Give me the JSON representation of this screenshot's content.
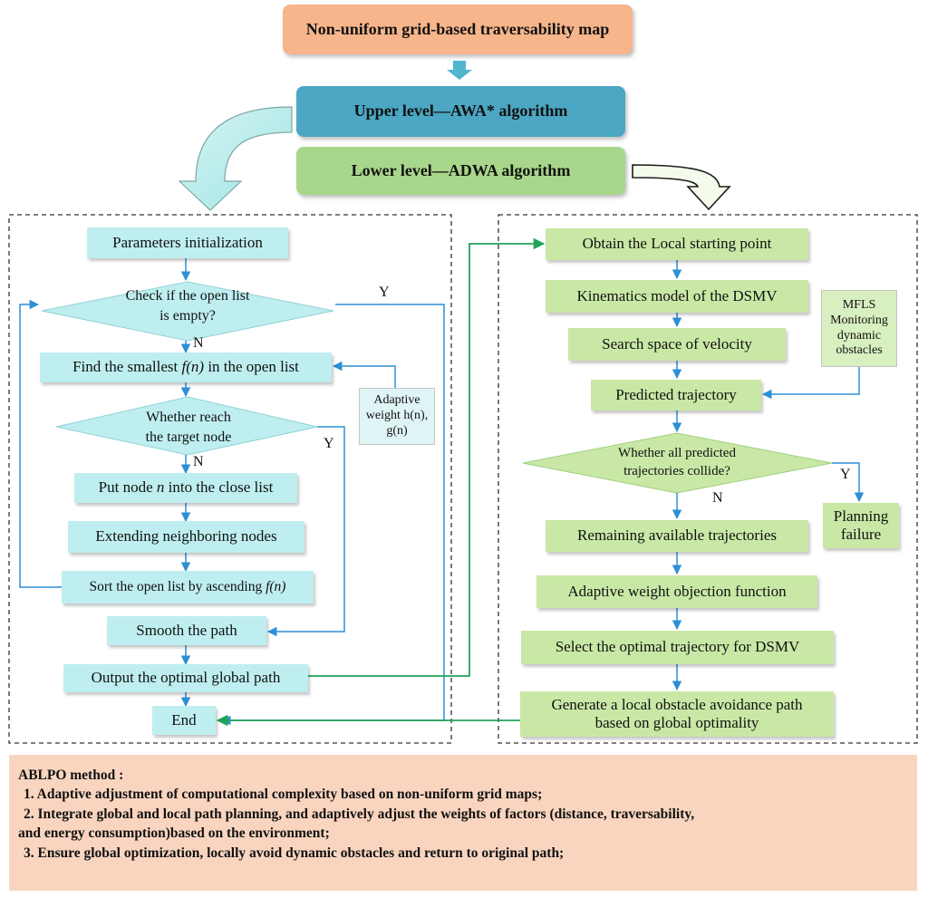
{
  "header": {
    "map_title": "Non-uniform grid-based traversability map",
    "upper_level": "Upper level—AWA* algorithm",
    "lower_level": "Lower level—ADWA algorithm"
  },
  "global_planner": {
    "params_init": "Parameters initialization",
    "check_open_line1": "Check if the open list",
    "check_open_line2": "is empty?",
    "find_smallest_pre": "Find the smallest ",
    "find_smallest_fn": "f(n)",
    "find_smallest_post": " in the open list",
    "whether_reach_line1": "Whether reach",
    "whether_reach_line2": "the target node",
    "put_node_pre": "Put node ",
    "put_node_n": "n",
    "put_node_post": " into the close list",
    "extending": "Extending neighboring nodes",
    "sort_pre": "Sort the open list by ascending ",
    "sort_fn": "f(n)",
    "smooth": "Smooth  the path",
    "output_global": "Output the optimal global path",
    "end": "End",
    "adaptive_weight_line1": "Adaptive",
    "adaptive_weight_line2": "weight h(n),",
    "adaptive_weight_line3": "g(n)",
    "label_y1": "Y",
    "label_n1": "N",
    "label_y2": "Y",
    "label_n2": "N"
  },
  "local_planner": {
    "local_start": "Obtain the Local starting point",
    "kinematics": "Kinematics model of the DSMV",
    "search_space": "Search space of velocity",
    "predicted": "Predicted trajectory",
    "collide_line1": "Whether all predicted",
    "collide_line2": "trajectories collide?",
    "remaining": "Remaining available trajectories",
    "objective": "Adaptive weight objection function",
    "select_optimal": "Select the optimal trajectory for DSMV",
    "generate_line1": "Generate a local obstacle avoidance path",
    "generate_line2": "based on global optimality",
    "mfls_line1": "MFLS",
    "mfls_line2": "Monitoring",
    "mfls_line3": "dynamic",
    "mfls_line4": "obstacles",
    "planning_line1": "Planning",
    "planning_line2": "failure",
    "label_y": "Y",
    "label_n": "N"
  },
  "summary": {
    "title": "ABLPO method :",
    "item1": "1. Adaptive adjustment of computational complexity based on non-uniform grid maps;",
    "item2a": "2. Integrate global and local path planning, and adaptively adjust the weights of factors (distance, traversability,",
    "item2b": "and energy consumption)based on the environment;",
    "item3": "3. Ensure global optimization, locally avoid dynamic obstacles and return to original path;"
  },
  "colors": {
    "map_title_fill": "#f6b58a",
    "upper_level_fill": "#4ba7c4",
    "lower_level_fill": "#a8d68a",
    "global_box_fill": "#bfeef0",
    "local_box_fill": "#c9e8a6",
    "arrow_blue": "#2d8fd5",
    "arrow_green": "#22a35a",
    "summary_fill": "#f9d5c0"
  }
}
